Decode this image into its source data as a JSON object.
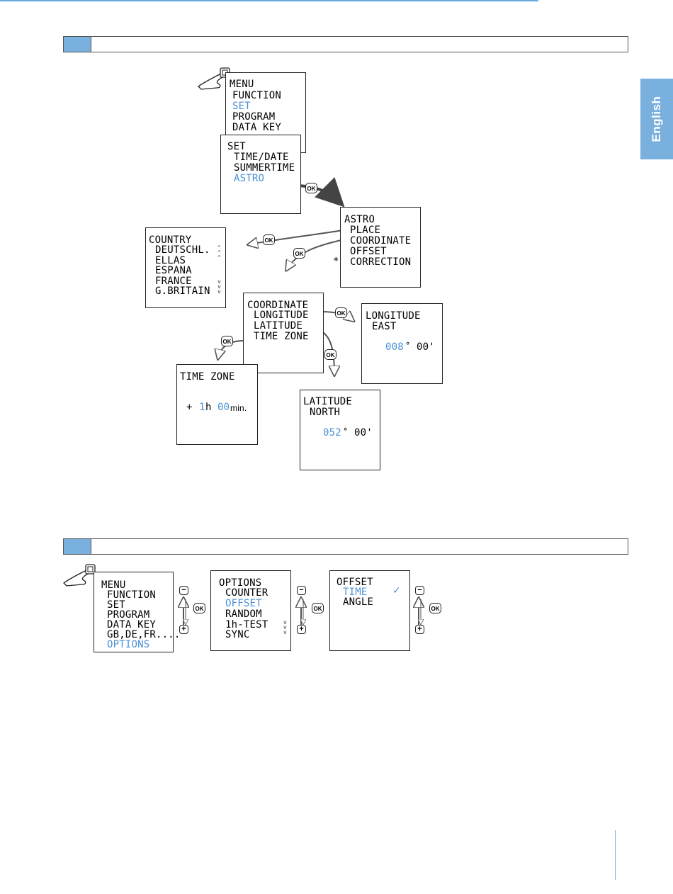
{
  "language_tab": "English",
  "screens": {
    "menu_top": [
      "MENU",
      "FUNCTION",
      "SET",
      "PROGRAM",
      "DATA KEY"
    ],
    "set": [
      "SET",
      "TIME/DATE",
      "SUMMERTIME",
      "ASTRO"
    ],
    "astro": [
      "ASTRO",
      "PLACE",
      "COORDINATE",
      "OFFSET",
      "CORRECTION"
    ],
    "astro_star": "*",
    "country": [
      "COUNTRY",
      "DEUTSCHL.",
      "ELLAS",
      "ESPANA",
      "FRANCE",
      "G.BRITAIN"
    ],
    "coordinate": [
      "COORDINATE",
      "LONGITUDE",
      "LATITUDE",
      "TIME ZONE"
    ],
    "longitude": {
      "title": "LONGITUDE",
      "dir": "EAST",
      "deg": "008",
      "deg_sym": "°",
      "min": "00'"
    },
    "latitude": {
      "title": "LATITUDE",
      "dir": "NORTH",
      "deg": "052",
      "deg_sym": "°",
      "min": "00'"
    },
    "time_zone": {
      "title": "TIME ZONE",
      "sign": "+",
      "hours": "1",
      "h_unit": "h",
      "mins": "00",
      "min_unit": "min."
    },
    "menu_bottom": [
      "MENU",
      "FUNCTION",
      "SET",
      "PROGRAM",
      "DATA KEY",
      "GB,DE,FR....",
      "OPTIONS"
    ],
    "options": [
      "OPTIONS",
      "COUNTER",
      "OFFSET",
      "RANDOM",
      "1h-TEST",
      "SYNC"
    ],
    "offset": [
      "OFFSET",
      "TIME",
      "ANGLE"
    ],
    "check": "✓"
  },
  "buttons": {
    "ok": "OK",
    "minus": "−",
    "plus": "+"
  },
  "colors": {
    "accent": "#7ab0de",
    "highlight": "#4a90d6"
  }
}
